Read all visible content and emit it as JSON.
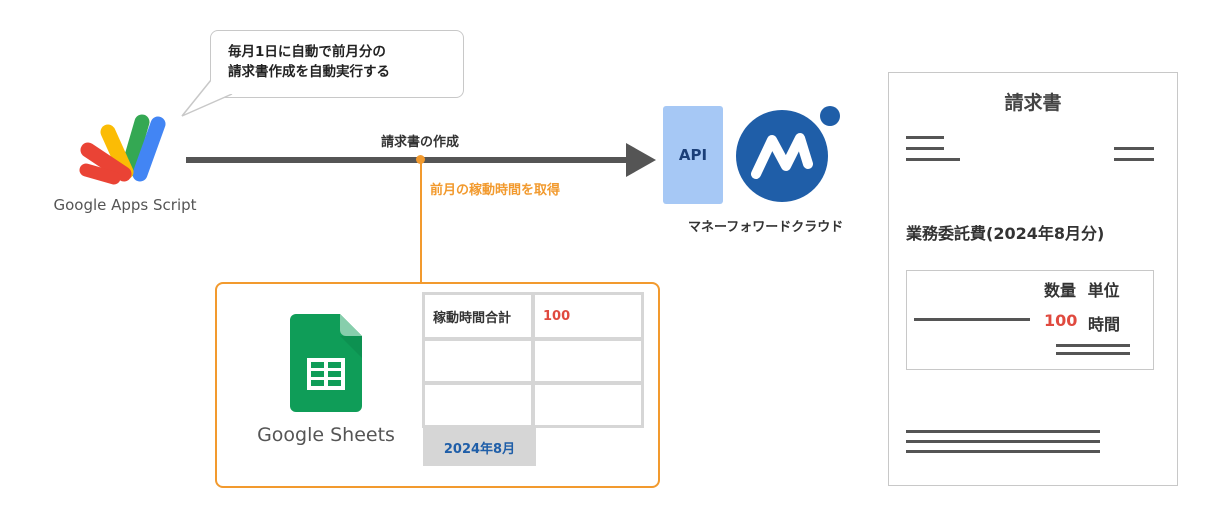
{
  "bubble": {
    "line1": "毎月1日に自動で前月分の",
    "line2": "請求書作成を自動実行する"
  },
  "gas": {
    "label": "Google Apps Script",
    "icon": "google-apps-script-icon"
  },
  "arrow": {
    "label": "請求書の作成",
    "fetch_label": "前月の稼動時間を取得"
  },
  "sheets": {
    "label": "Google Sheets",
    "icon": "google-sheets-icon",
    "cells": {
      "total_label": "稼動時間合計",
      "total_value": "100",
      "month": "2024年8月"
    }
  },
  "api": {
    "label": "API"
  },
  "moneyforward": {
    "label": "マネーフォワードクラウド",
    "icon": "moneyforward-logo-icon"
  },
  "invoice": {
    "title": "請求書",
    "item": "業務委託費(2024年8月分)",
    "qty_header": "数量",
    "unit_header": "単位",
    "qty_value": "100",
    "unit_value": "時間"
  },
  "colors": {
    "accent_orange": "#f29a2e",
    "api_blue": "#a6c8f5",
    "mf_blue": "#1f5ea8",
    "value_red": "#e04a3f"
  }
}
